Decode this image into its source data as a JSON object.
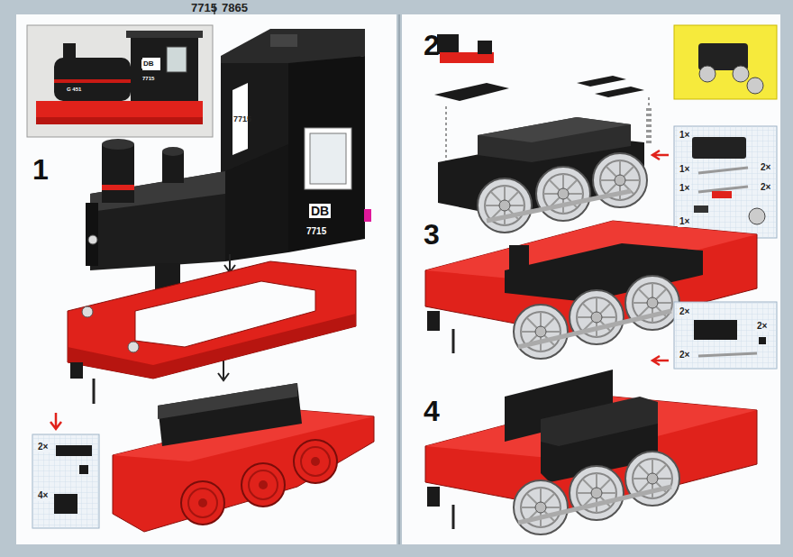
{
  "diagram": {
    "labels": [
      "7715",
      "7865",
      "1",
      "2",
      "3",
      "4",
      "7715",
      "DB",
      "7715",
      "DB",
      "7715",
      "G 451",
      "2×",
      "4×",
      "1×",
      "1×",
      "2×",
      "1×",
      "2×",
      "1×",
      "2×",
      "2×",
      "2×"
    ]
  }
}
